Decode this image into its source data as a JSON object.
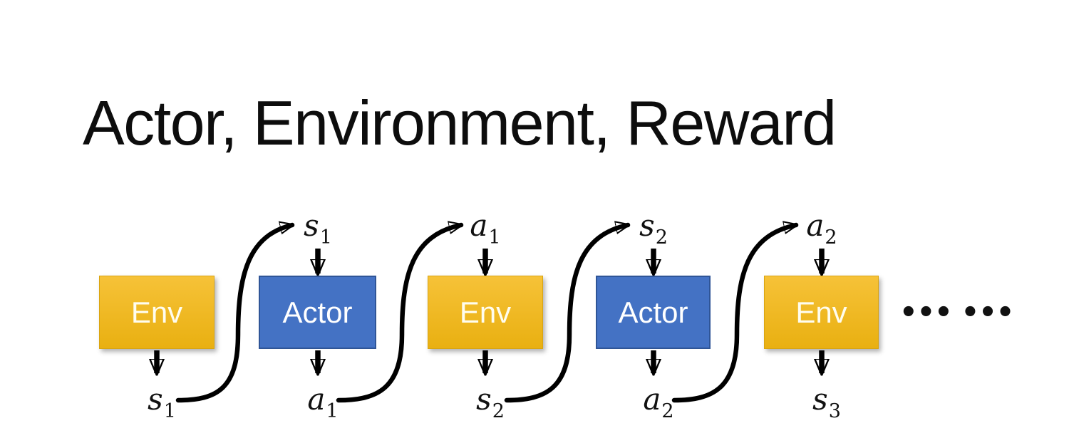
{
  "title": "Actor, Environment, Reward",
  "colors": {
    "env-top": "#F6C238",
    "env-bottom": "#E9B011",
    "env-border": "#D9A410",
    "actor-fill": "#4472C4",
    "actor-border": "#2F5597",
    "arrow": "#000000",
    "title": "#0D0D0D",
    "label": "#111111"
  },
  "diagram": {
    "boxes": [
      {
        "label": "Env",
        "type": "env"
      },
      {
        "label": "Actor",
        "type": "actor"
      },
      {
        "label": "Env",
        "type": "env"
      },
      {
        "label": "Actor",
        "type": "actor"
      },
      {
        "label": "Env",
        "type": "env"
      }
    ],
    "top_labels": [
      {
        "base": "s",
        "sub": "1"
      },
      {
        "base": "a",
        "sub": "1"
      },
      {
        "base": "s",
        "sub": "2"
      },
      {
        "base": "a",
        "sub": "2"
      }
    ],
    "bottom_labels": [
      {
        "base": "s",
        "sub": "1"
      },
      {
        "base": "a",
        "sub": "1"
      },
      {
        "base": "s",
        "sub": "2"
      },
      {
        "base": "a",
        "sub": "2"
      },
      {
        "base": "s",
        "sub": "3"
      }
    ],
    "ellipsis": "••• •••"
  }
}
